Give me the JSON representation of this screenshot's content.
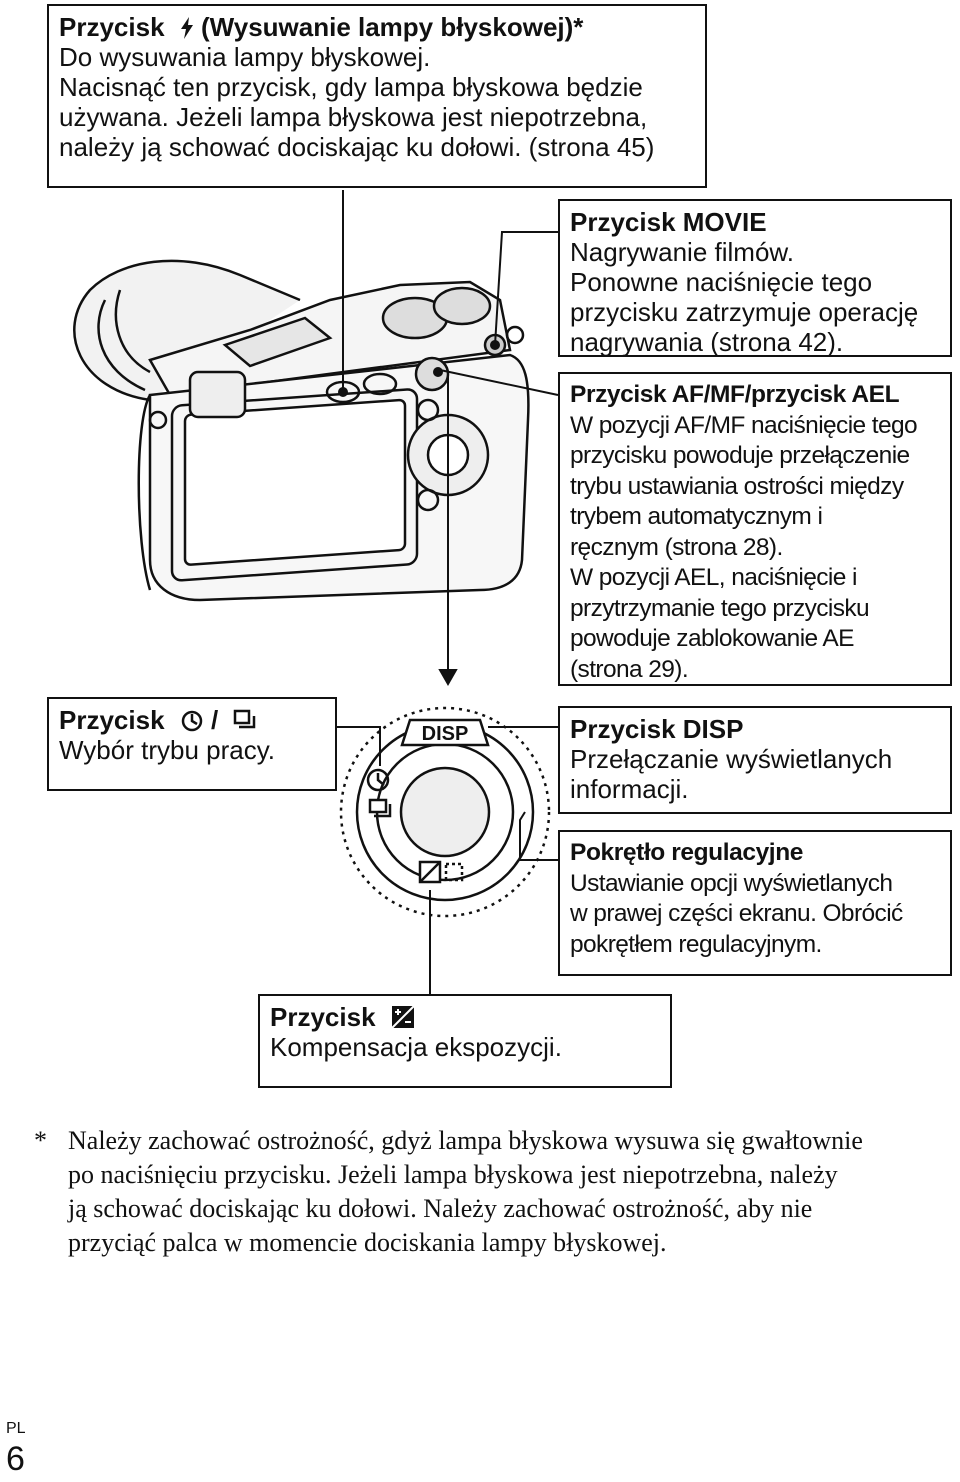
{
  "callouts": {
    "flash": {
      "title": "Przycisk",
      "title_suffix": "(Wysuwanie lampy błyskowej)*",
      "lines": [
        "Do wysuwania lampy błyskowej.",
        "Nacisnąć ten przycisk, gdy lampa błyskowa będzie",
        "używana. Jeżeli lampa błyskowa jest niepotrzebna,",
        "należy ją schować dociskając ku dołowi. (strona 45)"
      ],
      "icon": "flash-icon"
    },
    "movie": {
      "title": "Przycisk MOVIE",
      "lines": [
        "Nagrywanie filmów.",
        "Ponowne naciśnięcie tego",
        "przycisku zatrzymuje operację",
        "nagrywania (strona 42)."
      ]
    },
    "afmf": {
      "title": "Przycisk AF/MF/przycisk AEL",
      "lines": [
        "W pozycji AF/MF naciśnięcie tego",
        "przycisku powoduje przełączenie",
        "trybu ustawiania ostrości między",
        "trybem automatycznym i",
        "ręcznym (strona 28).",
        "W pozycji AEL, naciśnięcie i",
        "przytrzymanie tego przycisku",
        "powoduje zablokowanie AE",
        "(strona 29)."
      ]
    },
    "drive": {
      "title": "Przycisk",
      "lines": [
        "Wybór trybu pracy."
      ],
      "icon": "self-timer-continuous-icon",
      "separator": "/"
    },
    "disp": {
      "title": "Przycisk DISP",
      "lines": [
        "Przełączanie wyświetlanych",
        "informacji."
      ]
    },
    "dial": {
      "title": "Pokrętło regulacyjne",
      "lines": [
        "Ustawianie opcji wyświetlanych",
        "w prawej części ekranu. Obrócić",
        "pokrętłem regulacyjnym."
      ]
    },
    "exposure": {
      "title": "Przycisk",
      "lines": [
        "Kompensacja ekspozycji."
      ],
      "icon": "exposure-compensation-icon"
    }
  },
  "dial_labels": {
    "disp": "DISP"
  },
  "footnote": {
    "marker": "*",
    "lines": [
      "Należy zachować ostrożność, gdyż lampa błyskowa wysuwa się gwałtownie",
      "po naciśnięciu przycisku. Jeżeli lampa błyskowa jest niepotrzebna, należy",
      "ją schować dociskając ku dołowi. Należy zachować ostrożność, aby nie",
      "przyciąć palca w momencie dociskania lampy błyskowej."
    ]
  },
  "page": {
    "lang": "PL",
    "number": "6"
  }
}
